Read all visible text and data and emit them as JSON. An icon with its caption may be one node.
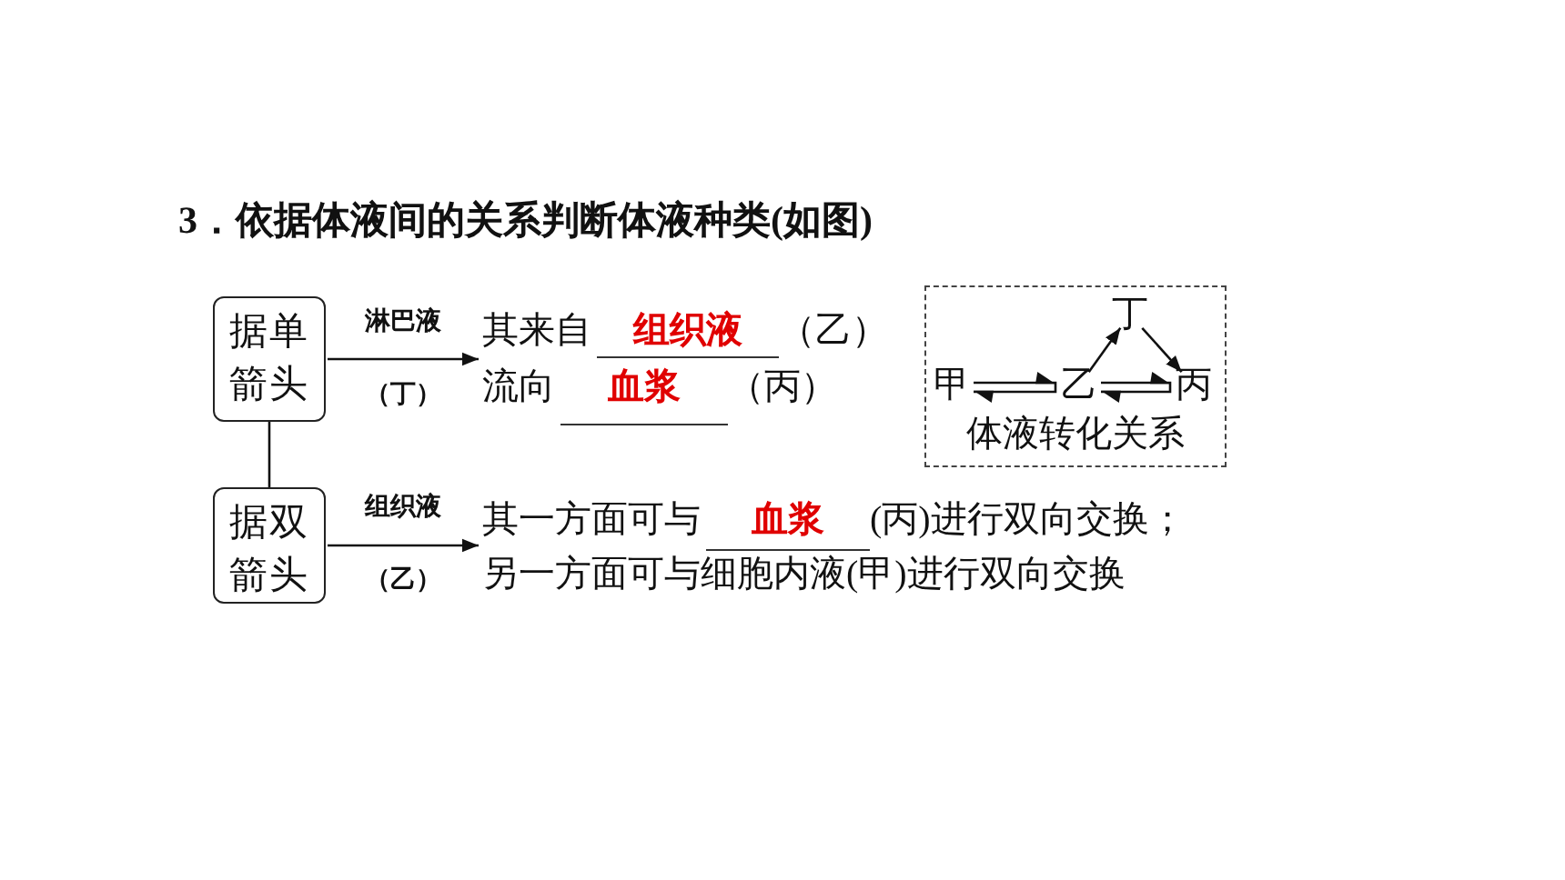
{
  "diagram": {
    "title": "3．依据体液间的关系判断体液种类(如图)",
    "nodes": [
      {
        "text": [
          "据单箭头"
        ]
      },
      {
        "text": [
          "据双箭头"
        ]
      },
      {
        "text": [
          "其来自",
          "组织液",
          "（乙）",
          "流向",
          "血浆",
          "（丙）"
        ]
      },
      {
        "text": [
          "其一方面可与",
          "血浆",
          "(丙)进行双向交换；",
          "另一方面可与细胞内液(甲)进行双向交换"
        ]
      },
      {
        "text": [
          "体液转化关系"
        ]
      },
      {
        "text": [
          "甲"
        ],
        "in": 4
      },
      {
        "text": [
          "乙"
        ],
        "in": 4
      },
      {
        "text": [
          "丙"
        ],
        "in": 4
      },
      {
        "text": [
          "丁"
        ],
        "in": 4
      }
    ],
    "edges": [
      {
        "from": 0,
        "to": 2,
        "arrow": "to",
        "label": "淋巴液（丁）"
      },
      {
        "from": 0,
        "to": 1,
        "arrow": "none"
      },
      {
        "from": 1,
        "to": 3,
        "arrow": "to",
        "label": "组织液（乙）"
      },
      {
        "from": 5,
        "to": 6,
        "arrow": "both"
      },
      {
        "from": 6,
        "to": 7,
        "arrow": "both"
      },
      {
        "from": 6,
        "to": 8,
        "arrow": "to"
      },
      {
        "from": 8,
        "to": 7,
        "arrow": "to"
      }
    ]
  }
}
